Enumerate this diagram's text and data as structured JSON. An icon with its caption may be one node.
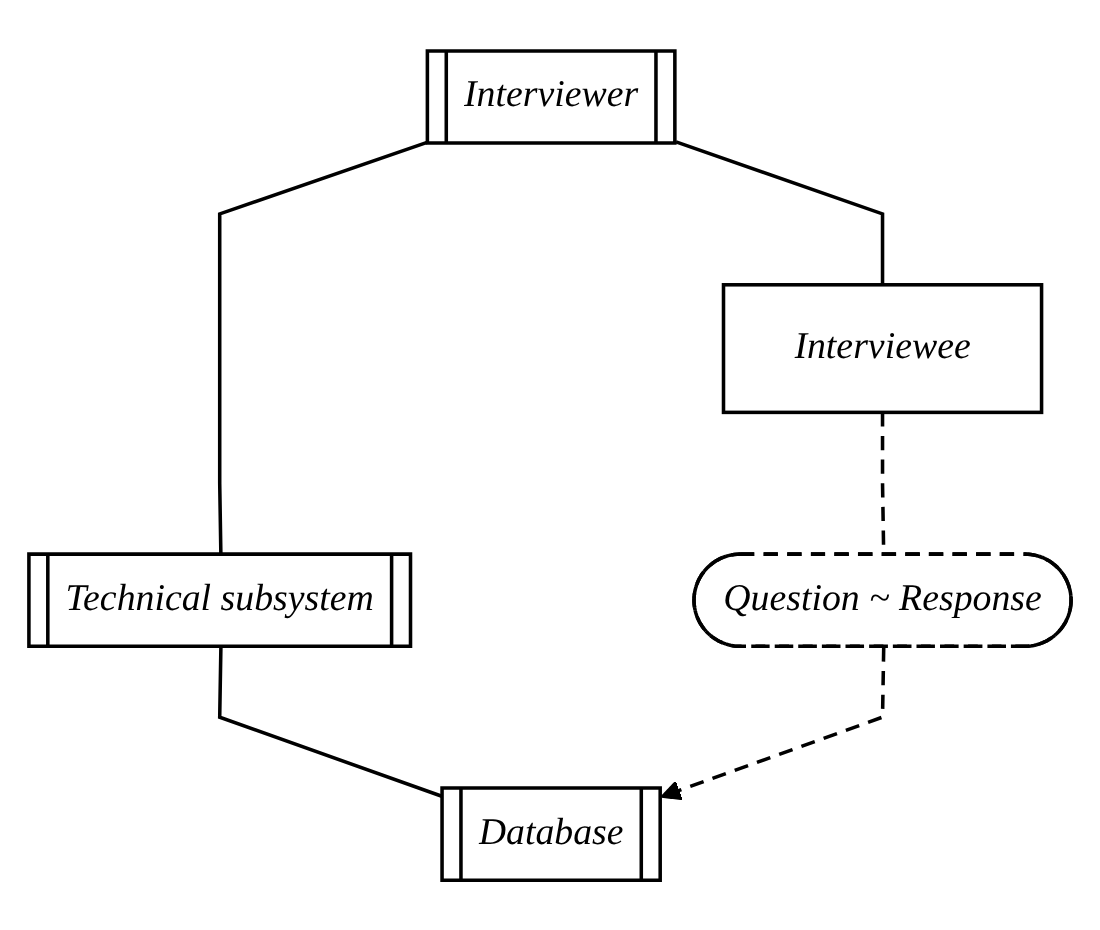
{
  "diagram": {
    "nodes": [
      {
        "text": [
          "Interviewer"
        ]
      },
      {
        "text": [
          "Technical subsystem"
        ]
      },
      {
        "text": [
          "Interviewee"
        ]
      },
      {
        "text": [
          "Database"
        ]
      },
      {
        "text": [
          "Question ~ Response"
        ]
      }
    ],
    "edges": [
      {
        "from": 0,
        "to": 1,
        "arrow": "none"
      },
      {
        "from": 0,
        "to": 2,
        "arrow": "none"
      },
      {
        "from": 1,
        "to": 3,
        "arrow": "none"
      },
      {
        "from": 2,
        "to": 4,
        "arrow": "none",
        "style": "dashed"
      },
      {
        "from": 4,
        "to": 3,
        "arrow": "to",
        "style": "dashed"
      }
    ]
  }
}
